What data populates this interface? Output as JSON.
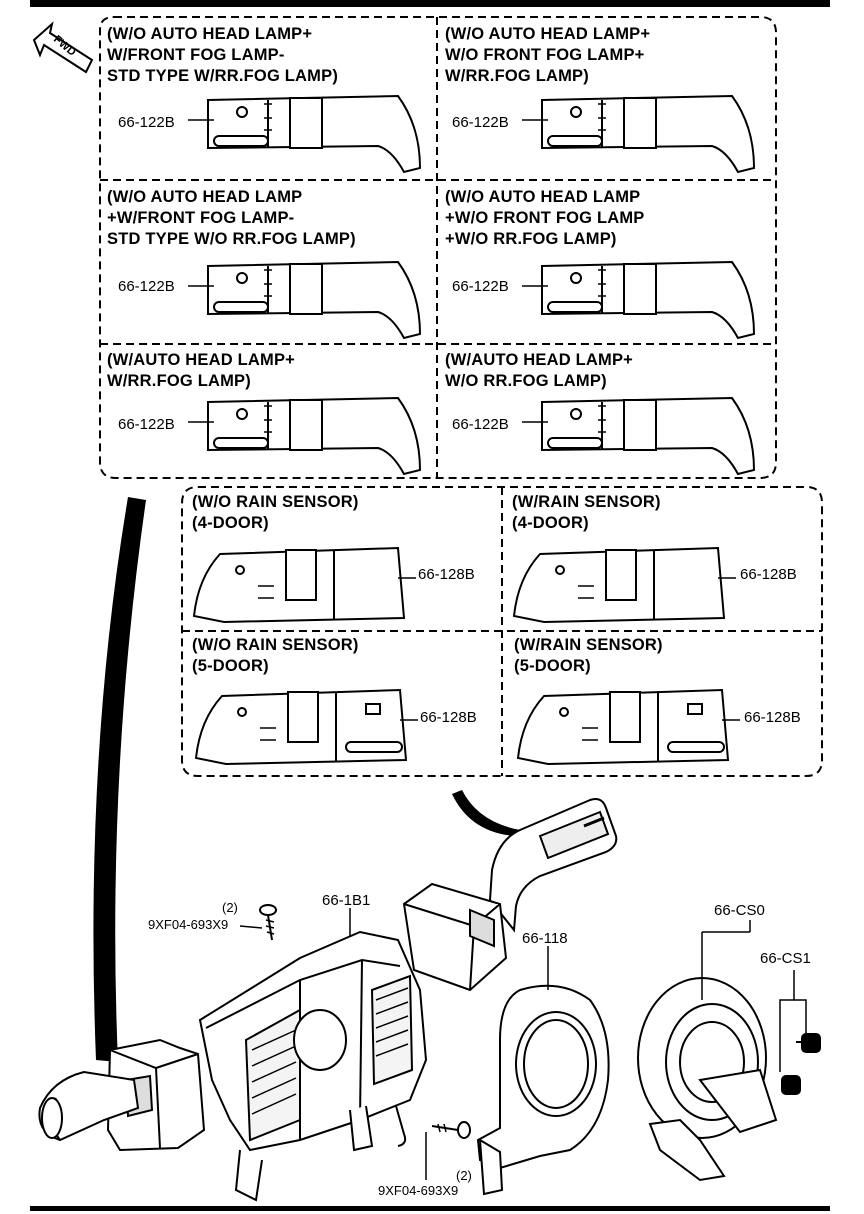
{
  "direction_indicator": "FWD",
  "upper_panels": [
    {
      "lines": [
        "(W/O AUTO HEAD LAMP+",
        " W/FRONT FOG LAMP-",
        " STD TYPE W/RR.FOG LAMP)"
      ],
      "part": "66-122B"
    },
    {
      "lines": [
        "(W/O AUTO HEAD LAMP+",
        " W/O FRONT FOG LAMP+",
        " W/RR.FOG LAMP)"
      ],
      "part": "66-122B"
    },
    {
      "lines": [
        "(W/O AUTO HEAD LAMP",
        " +W/FRONT FOG LAMP-",
        " STD TYPE W/O RR.FOG LAMP)"
      ],
      "part": "66-122B"
    },
    {
      "lines": [
        "(W/O AUTO HEAD LAMP",
        " +W/O FRONT FOG LAMP",
        " +W/O RR.FOG LAMP)"
      ],
      "part": "66-122B"
    },
    {
      "lines": [
        "(W/AUTO HEAD LAMP+",
        " W/RR.FOG LAMP)"
      ],
      "part": "66-122B"
    },
    {
      "lines": [
        "(W/AUTO HEAD LAMP+",
        " W/O RR.FOG LAMP)"
      ],
      "part": "66-122B"
    }
  ],
  "lower_panels": [
    {
      "lines": [
        "(W/O RAIN SENSOR)",
        "(4-DOOR)"
      ],
      "part": "66-128B"
    },
    {
      "lines": [
        "(W/RAIN SENSOR)",
        "(4-DOOR)"
      ],
      "part": "66-128B"
    },
    {
      "lines": [
        "(W/O RAIN SENSOR)",
        "(5-DOOR)"
      ],
      "part": "66-128B"
    },
    {
      "lines": [
        "(W/RAIN SENSOR)",
        "(5-DOOR)"
      ],
      "part": "66-128B"
    }
  ],
  "parts": {
    "screw_qty_top": "(2)",
    "screw_top": "9XF04-693X9",
    "housing": "66-1B1",
    "ring": "66-118",
    "clock_spring": "66-CS0",
    "sub": "66-CS1",
    "screw_qty_bottom": "(2)",
    "screw_bottom": "9XF04-693X9"
  }
}
